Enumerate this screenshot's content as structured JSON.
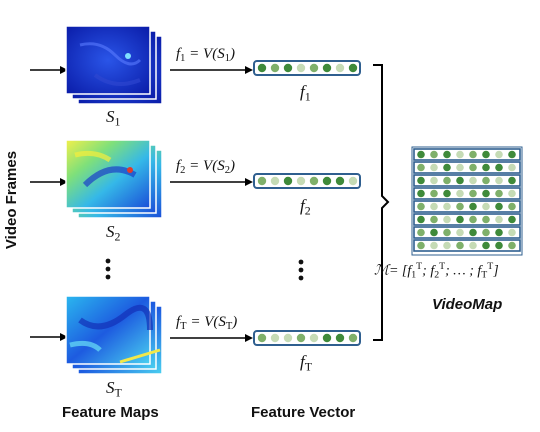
{
  "axis_title": "Video Frames",
  "frames": [
    {
      "label": "S",
      "sub": "1",
      "eq_f": "f",
      "eq_fsub": "1",
      "eq_mid": " = V(S",
      "eq_ssub": "1",
      "eq_end": ")",
      "vec_label": "f",
      "vec_sub": "1"
    },
    {
      "label": "S",
      "sub": "2",
      "eq_f": "f",
      "eq_fsub": "2",
      "eq_mid": " = V(S",
      "eq_ssub": "2",
      "eq_end": ")",
      "vec_label": "f",
      "vec_sub": "2"
    },
    {
      "label": "S",
      "sub": "T",
      "eq_f": "f",
      "eq_fsub": "T",
      "eq_mid": " = V(S",
      "eq_ssub": "T",
      "eq_end": ")",
      "vec_label": "f",
      "vec_sub": "T"
    }
  ],
  "feature_maps_caption": "Feature Maps",
  "feature_vector_caption": "Feature Vector",
  "videomap_title": "VideoMap",
  "formula": {
    "m": "ℳ= [f",
    "sub1": "1",
    "sup1": "T",
    "p2": "; f",
    "sub2": "2",
    "sup2": "T",
    "p3": "; … ; f",
    "sub3": "T",
    "sup3": "T",
    "end": "]"
  },
  "colors": {
    "vector_border": "#2f5f8f",
    "dot_dark": "#3f8a3a",
    "dot_mid": "#7fb06a",
    "dot_light": "#c5dbb5"
  }
}
